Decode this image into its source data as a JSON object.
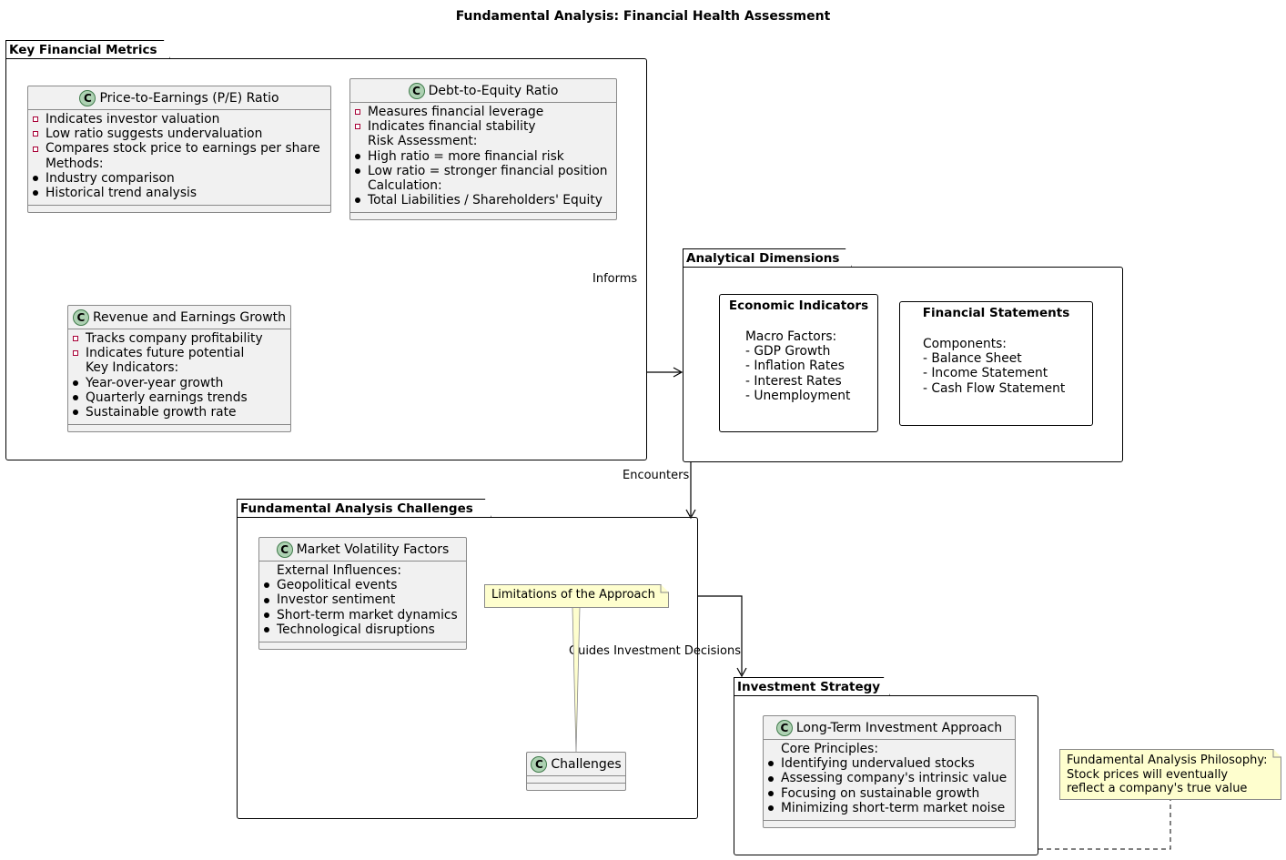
{
  "title": "Fundamental Analysis: Financial Health Assessment",
  "packages": {
    "metrics": "Key Financial Metrics",
    "dimensions": "Analytical Dimensions",
    "challenges": "Fundamental Analysis Challenges",
    "strategy": "Investment Strategy"
  },
  "classes": {
    "pe": {
      "name": "Price-to-Earnings (P/E) Ratio",
      "lines": [
        {
          "m": "sq",
          "t": "Indicates investor valuation"
        },
        {
          "m": "sq",
          "t": "Low ratio suggests undervaluation"
        },
        {
          "m": "sq",
          "t": "Compares stock price to earnings per share"
        },
        {
          "m": "",
          "t": "Methods:"
        },
        {
          "m": "dot",
          "t": "Industry comparison"
        },
        {
          "m": "dot",
          "t": "Historical trend analysis"
        }
      ]
    },
    "de": {
      "name": "Debt-to-Equity Ratio",
      "lines": [
        {
          "m": "sq",
          "t": "Measures financial leverage"
        },
        {
          "m": "sq",
          "t": "Indicates financial stability"
        },
        {
          "m": "",
          "t": "Risk Assessment:"
        },
        {
          "m": "dot",
          "t": "High ratio = more financial risk"
        },
        {
          "m": "dot",
          "t": "Low ratio = stronger financial position"
        },
        {
          "m": "",
          "t": "Calculation:"
        },
        {
          "m": "dot",
          "t": "Total Liabilities / Shareholders' Equity"
        }
      ]
    },
    "rev": {
      "name": "Revenue and Earnings Growth",
      "lines": [
        {
          "m": "sq",
          "t": "Tracks company profitability"
        },
        {
          "m": "sq",
          "t": "Indicates future potential"
        },
        {
          "m": "",
          "t": "Key Indicators:"
        },
        {
          "m": "dot",
          "t": "Year-over-year growth"
        },
        {
          "m": "dot",
          "t": "Quarterly earnings trends"
        },
        {
          "m": "dot",
          "t": "Sustainable growth rate"
        }
      ]
    },
    "vol": {
      "name": "Market Volatility Factors",
      "lines": [
        {
          "m": "",
          "t": "External Influences:"
        },
        {
          "m": "dot",
          "t": "Geopolitical events"
        },
        {
          "m": "dot",
          "t": "Investor sentiment"
        },
        {
          "m": "dot",
          "t": "Short-term market dynamics"
        },
        {
          "m": "dot",
          "t": "Technological disruptions"
        }
      ]
    },
    "chal": {
      "name": "Challenges",
      "lines": []
    },
    "lt": {
      "name": "Long-Term Investment Approach",
      "lines": [
        {
          "m": "",
          "t": "Core Principles:"
        },
        {
          "m": "dot",
          "t": "Identifying undervalued stocks"
        },
        {
          "m": "dot",
          "t": "Assessing company's intrinsic value"
        },
        {
          "m": "dot",
          "t": "Focusing on sustainable growth"
        },
        {
          "m": "dot",
          "t": "Minimizing short-term market noise"
        }
      ]
    }
  },
  "rects": {
    "econ": {
      "title": "Economic Indicators",
      "text": "Macro Factors:\n- GDP Growth\n- Inflation Rates\n- Interest Rates\n- Unemployment"
    },
    "fin": {
      "title": "Financial Statements",
      "text": "Components:\n- Balance Sheet\n- Income Statement\n- Cash Flow Statement"
    }
  },
  "notes": {
    "limitations": "Limitations of the Approach",
    "philosophy": "Fundamental Analysis Philosophy:\nStock prices will eventually\nreflect a company's true value"
  },
  "edges": {
    "informs": "Informs",
    "encounters": "Encounters",
    "guides": "Guides Investment Decisions"
  }
}
